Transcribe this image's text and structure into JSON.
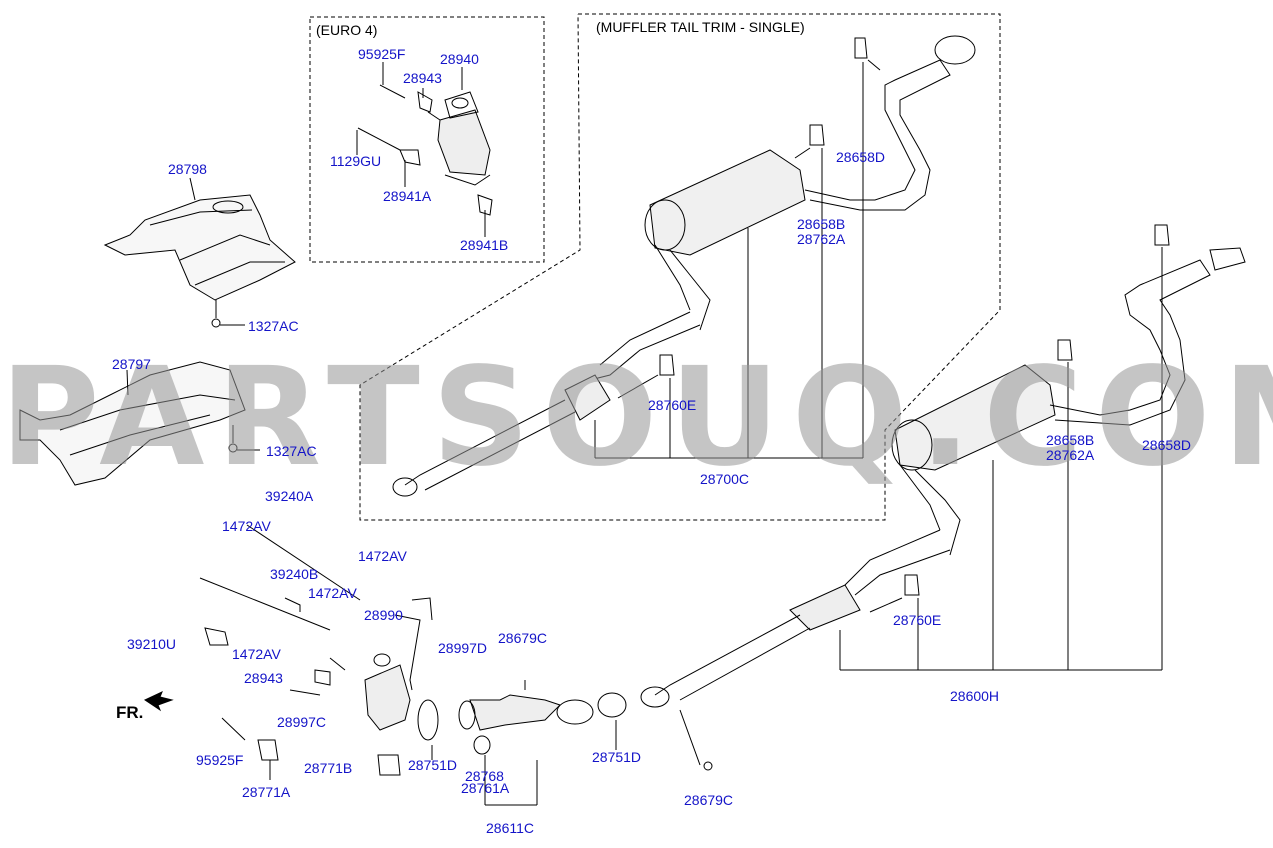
{
  "watermark": "PARTSOUQ.COM",
  "sections": {
    "euro4": "(EURO 4)",
    "muffler_tail": "(MUFFLER TAIL TRIM - SINGLE)"
  },
  "front_indicator": "FR.",
  "colors": {
    "label": "#1414c8",
    "line": "#000000",
    "dash": "#444444"
  },
  "labels": {
    "p95925F_top": "95925F",
    "p28940": "28940",
    "p28943_top": "28943",
    "p1129GU": "1129GU",
    "p28941A": "28941A",
    "p28941B": "28941B",
    "p28798": "28798",
    "p1327AC_1": "1327AC",
    "p28797": "28797",
    "p1327AC_2": "1327AC",
    "p28658D_1": "28658D",
    "p28658B_1": "28658B",
    "p28762A_1": "28762A",
    "p28760E_1": "28760E",
    "p28700C": "28700C",
    "p28658B_2": "28658B",
    "p28762A_2": "28762A",
    "p28658D_2": "28658D",
    "p28760E_2": "28760E",
    "p28600H": "28600H",
    "p39240A": "39240A",
    "p1472AV_1": "1472AV",
    "p1472AV_2": "1472AV",
    "p39240B": "39240B",
    "p1472AV_3": "1472AV",
    "p28990": "28990",
    "p39210U": "39210U",
    "p1472AV_4": "1472AV",
    "p28997D": "28997D",
    "p28679C_1": "28679C",
    "p28943_bot": "28943",
    "p28997C": "28997C",
    "p95925F_bot": "95925F",
    "p28771B": "28771B",
    "p28751D_1": "28751D",
    "p28768": "28768",
    "p28761A": "28761A",
    "p28751D_2": "28751D",
    "p28771A": "28771A",
    "p28611C": "28611C",
    "p28679C_2": "28679C"
  }
}
